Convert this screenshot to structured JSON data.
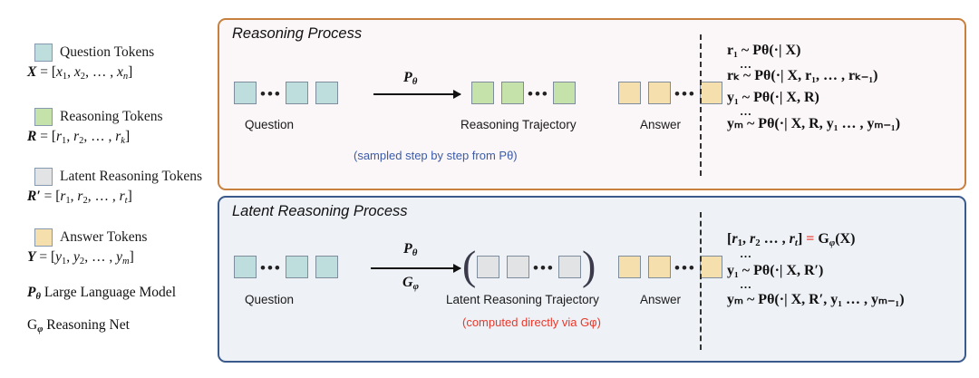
{
  "legend": {
    "items": [
      {
        "key": "question",
        "swatch": "blue",
        "label": "Question Tokens",
        "formula_var": "X",
        "formula_body": "= [x₁, x₂, … , xₙ]"
      },
      {
        "key": "reasoning",
        "swatch": "green",
        "label": "Reasoning Tokens",
        "formula_var": "R",
        "formula_body": "= [r₁, r₂, … , r_k]"
      },
      {
        "key": "latent",
        "swatch": "gray",
        "label": "Latent Reasoning Tokens",
        "formula_var": "R′",
        "formula_body": "= [r₁, r₂, … , r_t]"
      },
      {
        "key": "answer",
        "swatch": "yellow",
        "label": "Answer Tokens",
        "formula_var": "Y",
        "formula_body": "= [y₁, y₂, … , y_m]"
      }
    ],
    "definitions": [
      {
        "symbol": "P",
        "sub": "θ",
        "text": "Large Language Model"
      },
      {
        "symbol": "G",
        "sub": "φ",
        "text": "Reasoning Net"
      }
    ]
  },
  "top_panel": {
    "title": "Reasoning Process",
    "border_color": "#c8803f",
    "background_color": "#fbf6f8",
    "question_label": "Question",
    "middle_label": "Reasoning Trajectory",
    "answer_label": "Answer",
    "note": "(sampled step by step from Pθ)",
    "note_color": "#3c5ca8",
    "arrow_label_top": "Pθ",
    "token_counts": {
      "question": 3,
      "middle": 3,
      "answer": 3
    },
    "formulas": [
      "r₁ ~ Pθ(·| X)",
      "…",
      "rₖ ~ Pθ(·| X, r₁, … , rₖ₋₁)",
      "y₁ ~ Pθ(·| X, R)",
      "…",
      "yₘ ~ Pθ(·| X, R, y₁ … , yₘ₋₁)"
    ]
  },
  "bottom_panel": {
    "title": "Latent Reasoning Process",
    "border_color": "#3a5a8c",
    "background_color": "#eef1f6",
    "question_label": "Question",
    "middle_label": "Latent Reasoning Trajectory",
    "answer_label": "Answer",
    "note": "(computed directly via Gφ)",
    "note_color": "#e8382b",
    "arrow_label_top": "Pθ",
    "arrow_label_bottom": "Gφ",
    "token_counts": {
      "question": 3,
      "middle": 3,
      "answer": 3
    },
    "formulas": [
      "[r₁, r₂ … , r_t] = Gφ(X)",
      "…",
      "y₁ ~ Pθ(·| X, R′)",
      "…",
      "yₘ ~ Pθ(·| X, R′, y₁ … , yₘ₋₁)"
    ]
  },
  "colors": {
    "question_token": "#bedddd",
    "reasoning_token": "#c6e2ab",
    "latent_token": "#e2e3e5",
    "answer_token": "#f5dfac",
    "token_border": "#7f8c9c"
  }
}
